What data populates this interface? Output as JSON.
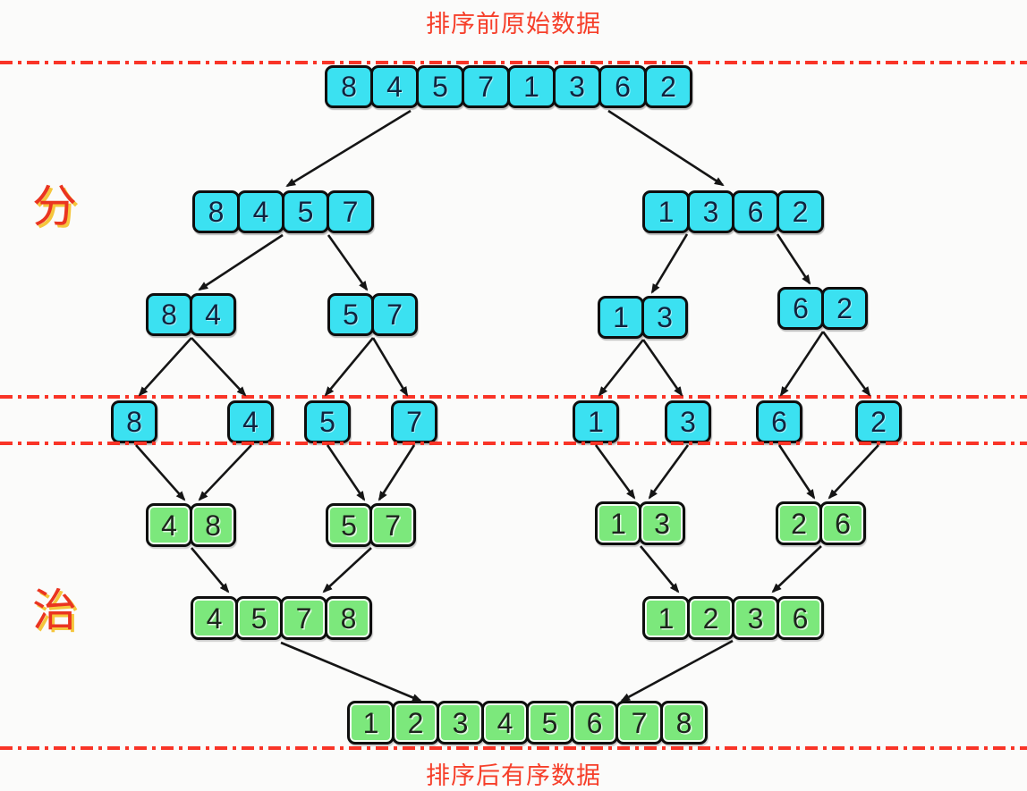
{
  "labels": {
    "top_caption": "排序前原始数据",
    "divide": "分",
    "conquer": "治",
    "bottom_caption": "排序后有序数据"
  },
  "colors": {
    "cyan_box": "#3be1f1",
    "green_box": "#7ce87c",
    "red_line": "#f93427",
    "red_text": "#f63f2a",
    "arrow": "#151515"
  },
  "rows": [
    {
      "name": "row-original",
      "phase": "divide",
      "color": "cyan",
      "groups": [
        {
          "values": [
            "8",
            "4",
            "5",
            "7",
            "1",
            "3",
            "6",
            "2"
          ]
        }
      ]
    },
    {
      "name": "row-split-halves",
      "phase": "divide",
      "color": "cyan",
      "groups": [
        {
          "values": [
            "8",
            "4",
            "5",
            "7"
          ]
        },
        {
          "values": [
            "1",
            "3",
            "6",
            "2"
          ]
        }
      ]
    },
    {
      "name": "row-split-pairs",
      "phase": "divide",
      "color": "cyan",
      "groups": [
        {
          "values": [
            "8",
            "4"
          ]
        },
        {
          "values": [
            "5",
            "7"
          ]
        },
        {
          "values": [
            "1",
            "3"
          ]
        },
        {
          "values": [
            "6",
            "2"
          ]
        }
      ]
    },
    {
      "name": "row-split-singles",
      "phase": "divide",
      "color": "cyan",
      "groups": [
        {
          "values": [
            "8"
          ]
        },
        {
          "values": [
            "4"
          ]
        },
        {
          "values": [
            "5"
          ]
        },
        {
          "values": [
            "7"
          ]
        },
        {
          "values": [
            "1"
          ]
        },
        {
          "values": [
            "3"
          ]
        },
        {
          "values": [
            "6"
          ]
        },
        {
          "values": [
            "2"
          ]
        }
      ]
    },
    {
      "name": "row-merge-pairs",
      "phase": "conquer",
      "color": "green",
      "groups": [
        {
          "values": [
            "4",
            "8"
          ]
        },
        {
          "values": [
            "5",
            "7"
          ]
        },
        {
          "values": [
            "1",
            "3"
          ]
        },
        {
          "values": [
            "2",
            "6"
          ]
        }
      ]
    },
    {
      "name": "row-merge-quads",
      "phase": "conquer",
      "color": "green",
      "groups": [
        {
          "values": [
            "4",
            "5",
            "7",
            "8"
          ]
        },
        {
          "values": [
            "1",
            "2",
            "3",
            "6"
          ]
        }
      ]
    },
    {
      "name": "row-merge-final",
      "phase": "conquer",
      "color": "green",
      "groups": [
        {
          "values": [
            "1",
            "2",
            "3",
            "4",
            "5",
            "6",
            "7",
            "8"
          ]
        }
      ]
    }
  ]
}
